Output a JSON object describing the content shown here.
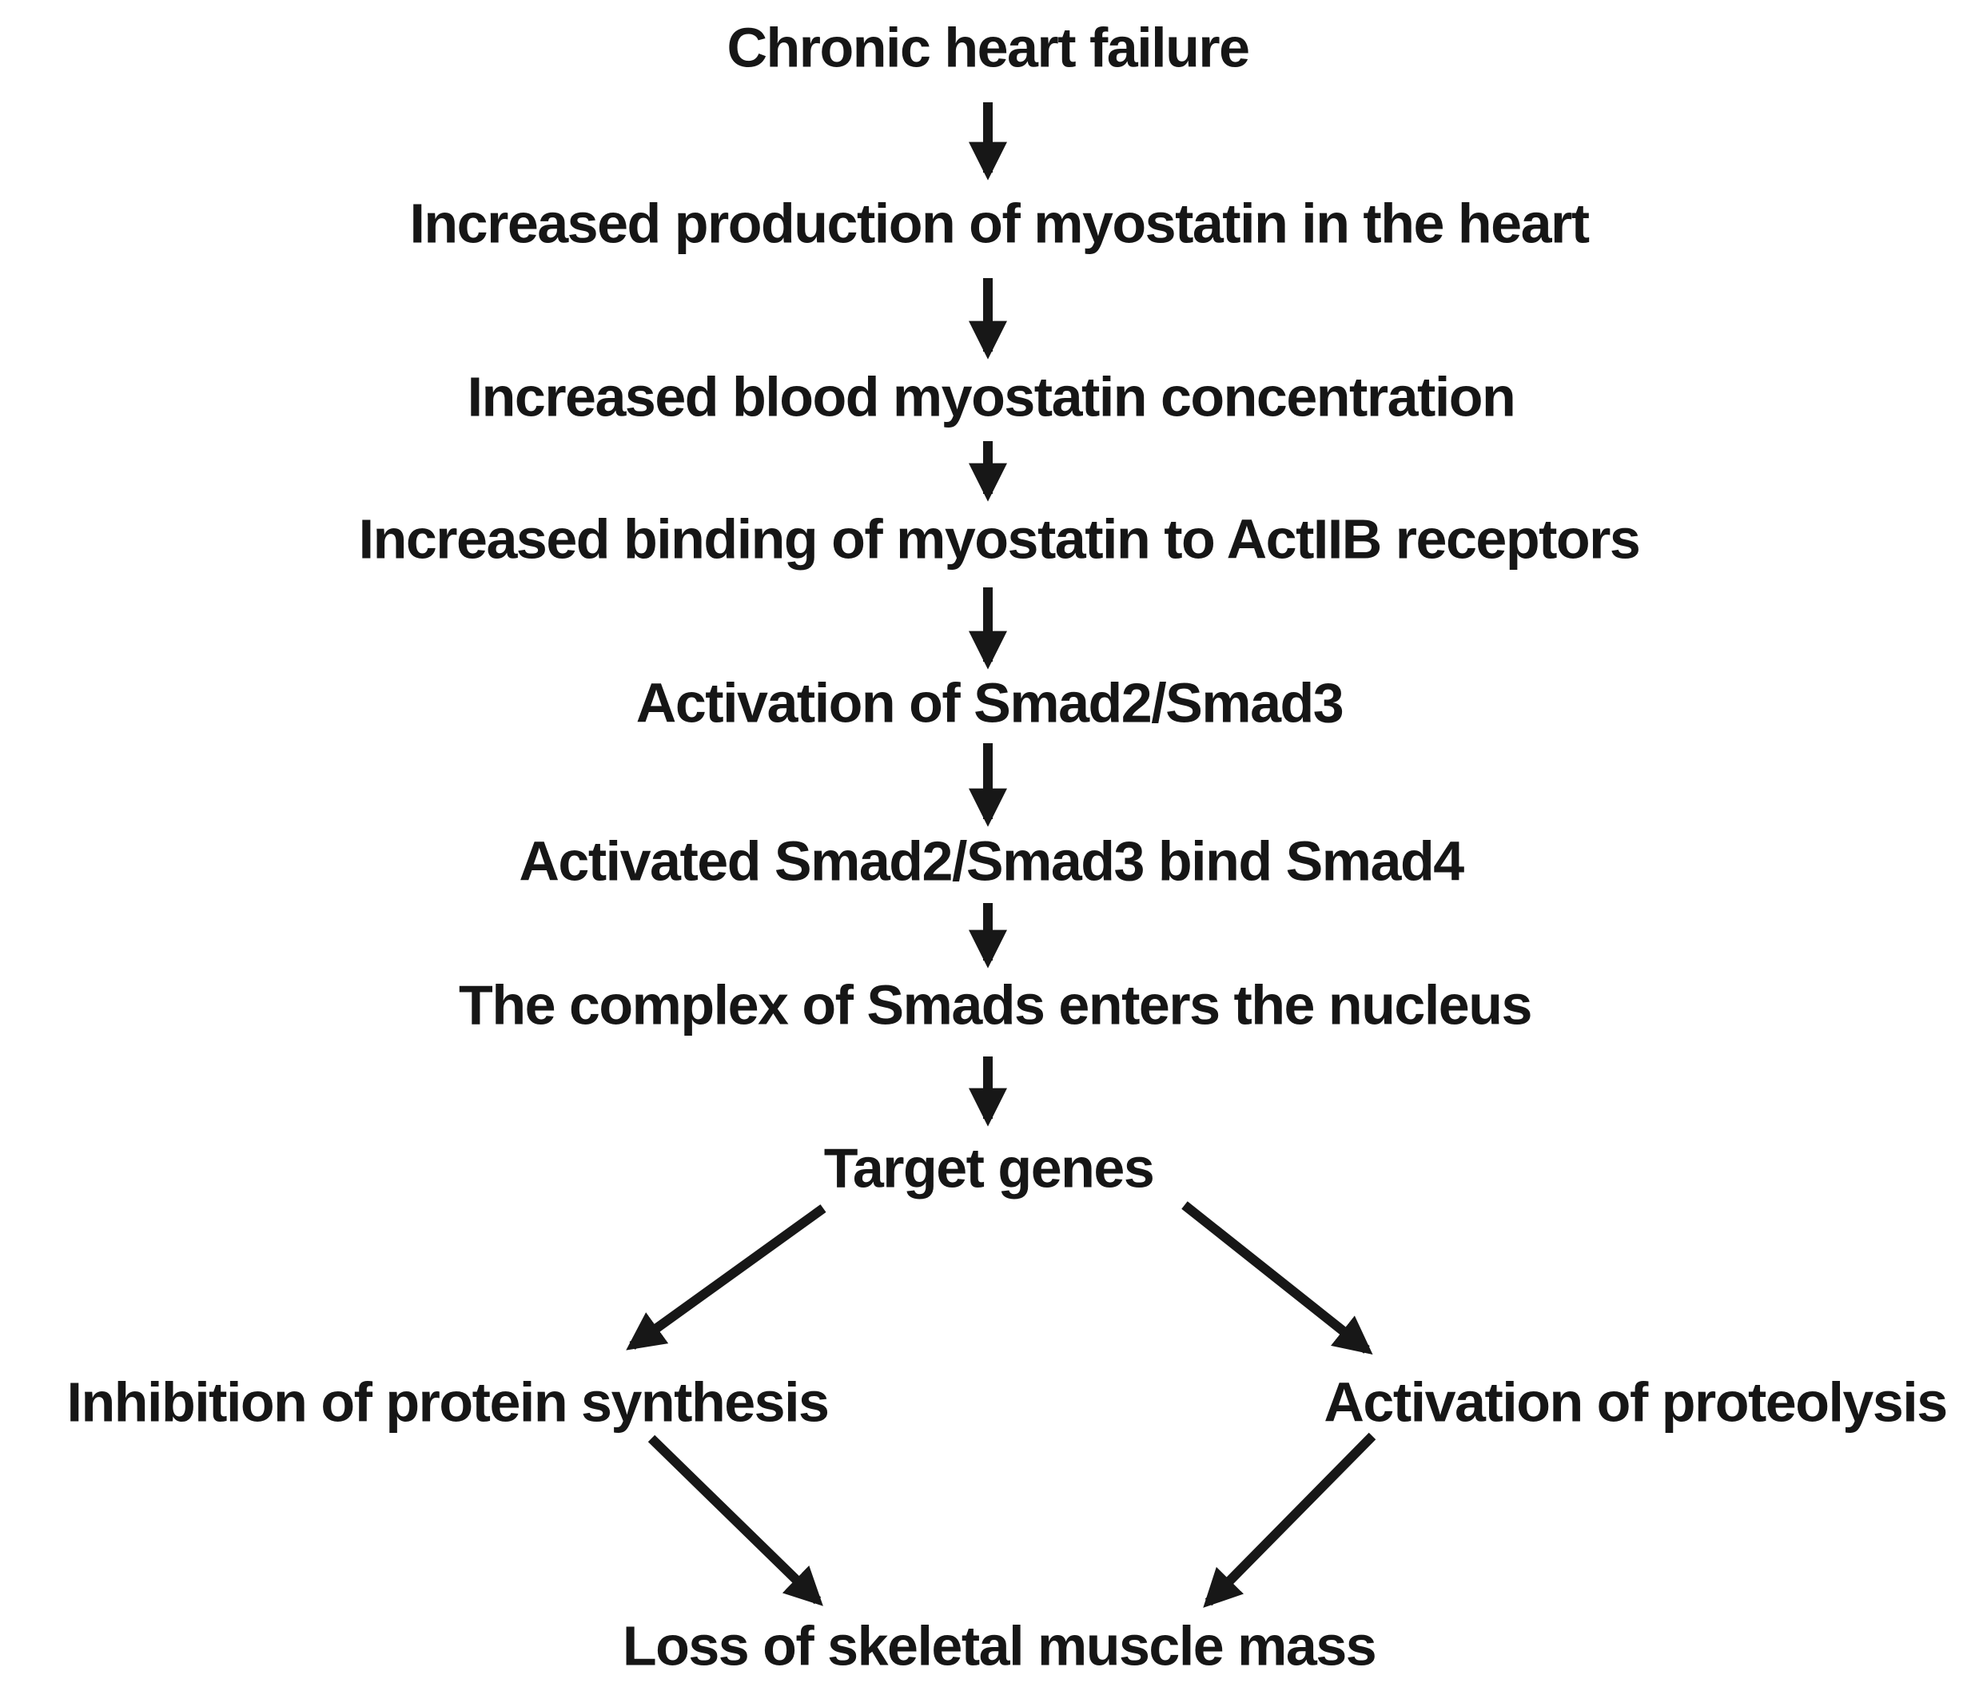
{
  "diagram": {
    "type": "flowchart",
    "background_color": "#ffffff",
    "text_color": "#161616",
    "arrow_color": "#171717",
    "nodes": [
      {
        "id": "chronic-heart-failure",
        "label": "Chronic heart failure"
      },
      {
        "id": "increased-myostatin-production",
        "label": "Increased production of myostatin in the heart"
      },
      {
        "id": "increased-blood-myostatin",
        "label": "Increased blood myostatin concentration"
      },
      {
        "id": "increased-actiib-binding",
        "label": "Increased binding of myostatin to ActIIB receptors"
      },
      {
        "id": "smad2-smad3-activation",
        "label": "Activation of Smad2/Smad3"
      },
      {
        "id": "smad2-smad3-bind-smad4",
        "label": "Activated Smad2/Smad3 bind Smad4"
      },
      {
        "id": "smad-complex-enters-nucleus",
        "label": "The complex of Smads enters the nucleus"
      },
      {
        "id": "target-genes",
        "label": "Target genes"
      },
      {
        "id": "inhibition-protein-synthesis",
        "label": "Inhibition of protein synthesis"
      },
      {
        "id": "activation-proteolysis",
        "label": "Activation of proteolysis"
      },
      {
        "id": "loss-skeletal-muscle-mass",
        "label": "Loss of skeletal muscle mass"
      }
    ],
    "edges": [
      {
        "from": "chronic-heart-failure",
        "to": "increased-myostatin-production"
      },
      {
        "from": "increased-myostatin-production",
        "to": "increased-blood-myostatin"
      },
      {
        "from": "increased-blood-myostatin",
        "to": "increased-actiib-binding"
      },
      {
        "from": "increased-actiib-binding",
        "to": "smad2-smad3-activation"
      },
      {
        "from": "smad2-smad3-activation",
        "to": "smad2-smad3-bind-smad4"
      },
      {
        "from": "smad2-smad3-bind-smad4",
        "to": "smad-complex-enters-nucleus"
      },
      {
        "from": "smad-complex-enters-nucleus",
        "to": "target-genes"
      },
      {
        "from": "target-genes",
        "to": "inhibition-protein-synthesis"
      },
      {
        "from": "target-genes",
        "to": "activation-proteolysis"
      },
      {
        "from": "inhibition-protein-synthesis",
        "to": "loss-skeletal-muscle-mass"
      },
      {
        "from": "activation-proteolysis",
        "to": "loss-skeletal-muscle-mass"
      }
    ]
  }
}
